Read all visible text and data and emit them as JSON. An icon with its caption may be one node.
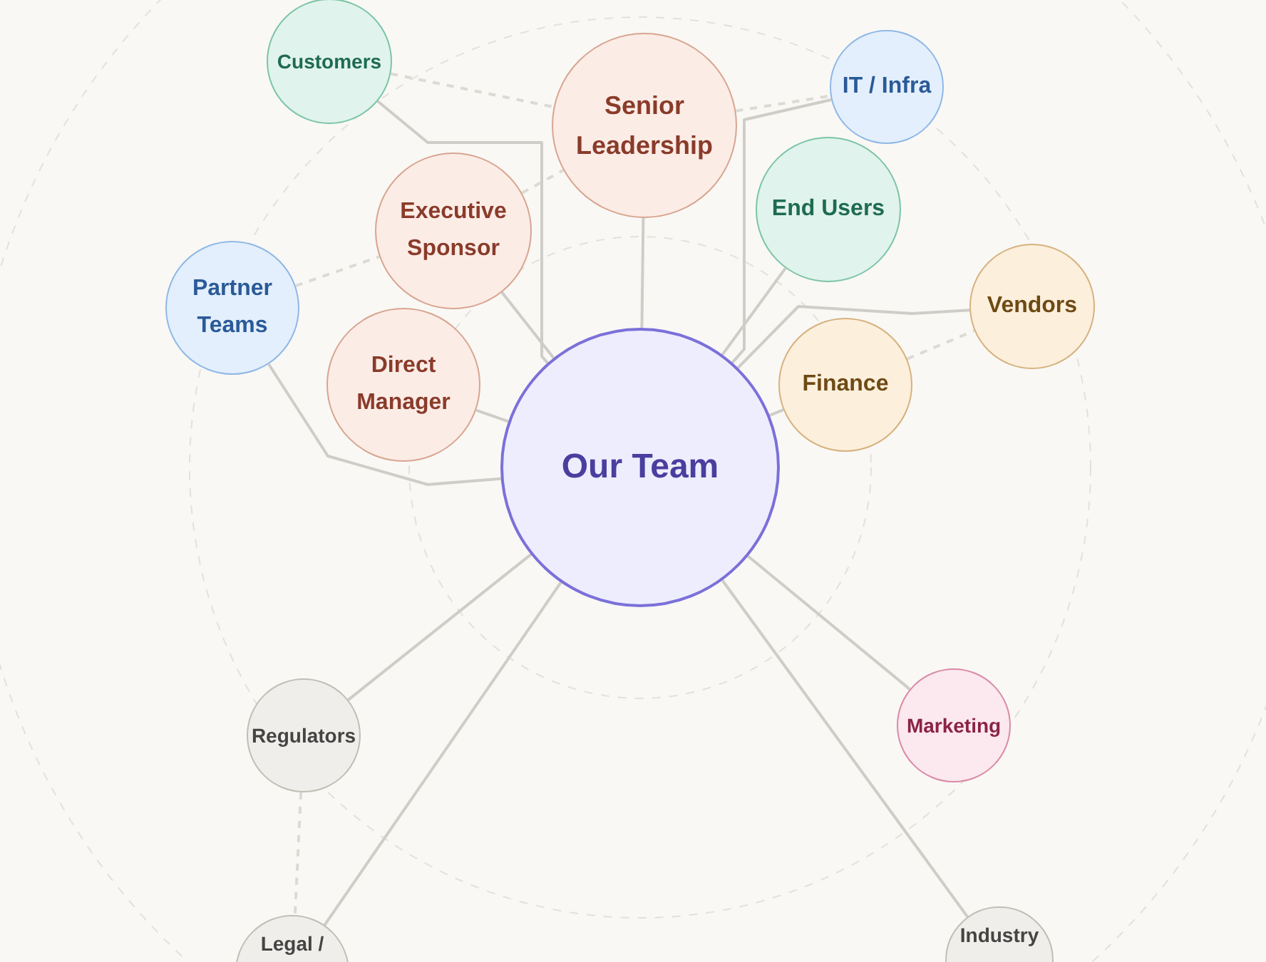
{
  "diagram": {
    "nodes": [
      {
        "text": [
          "Customers"
        ]
      },
      {
        "text": [
          "Senior Leadership"
        ]
      },
      {
        "text": [
          "IT / Infra"
        ]
      },
      {
        "text": [
          "Executive Sponsor"
        ]
      },
      {
        "text": [
          "End Users"
        ]
      },
      {
        "text": [
          "Partner Teams"
        ]
      },
      {
        "text": [
          "Vendors"
        ]
      },
      {
        "text": [
          "Direct Manager"
        ]
      },
      {
        "text": [
          "Finance"
        ]
      },
      {
        "text": [
          "Our Team"
        ]
      },
      {
        "text": [
          "Regulators"
        ]
      },
      {
        "text": [
          "Marketing"
        ]
      },
      {
        "text": [
          "Legal /"
        ]
      },
      {
        "text": [
          "Industry"
        ]
      }
    ],
    "edges": [
      {
        "from": 9,
        "to": 0,
        "arrow": "none"
      },
      {
        "from": 9,
        "to": 1,
        "arrow": "none"
      },
      {
        "from": 9,
        "to": 2,
        "arrow": "none"
      },
      {
        "from": 9,
        "to": 3,
        "arrow": "none"
      },
      {
        "from": 9,
        "to": 4,
        "arrow": "none"
      },
      {
        "from": 9,
        "to": 5,
        "arrow": "none"
      },
      {
        "from": 9,
        "to": 6,
        "arrow": "none"
      },
      {
        "from": 9,
        "to": 7,
        "arrow": "none"
      },
      {
        "from": 9,
        "to": 8,
        "arrow": "none"
      },
      {
        "from": 9,
        "to": 10,
        "arrow": "none"
      },
      {
        "from": 9,
        "to": 11,
        "arrow": "none"
      },
      {
        "from": 9,
        "to": 12,
        "arrow": "none"
      },
      {
        "from": 9,
        "to": 13,
        "arrow": "none"
      },
      {
        "from": 0,
        "to": 1,
        "arrow": "none",
        "style": "dashed"
      },
      {
        "from": 3,
        "to": 1,
        "arrow": "none",
        "style": "dashed"
      },
      {
        "from": 5,
        "to": 3,
        "arrow": "none",
        "style": "dashed"
      },
      {
        "from": 1,
        "to": 2,
        "arrow": "none",
        "style": "dashed"
      },
      {
        "from": 8,
        "to": 6,
        "arrow": "none",
        "style": "dashed"
      },
      {
        "from": 10,
        "to": 12,
        "arrow": "none",
        "style": "dashed"
      }
    ]
  }
}
